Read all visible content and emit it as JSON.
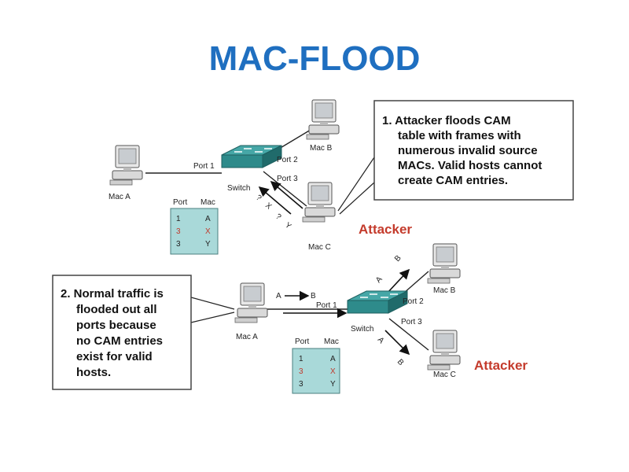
{
  "title": "MAC-FLOOD",
  "top": {
    "callout": [
      "1. Attacker floods CAM",
      "table with frames with",
      "numerous invalid source",
      "MACs. Valid hosts cannot",
      "create CAM entries."
    ],
    "mac_a": "Mac A",
    "mac_b": "Mac B",
    "mac_c": "Mac C",
    "switch": "Switch",
    "port1": "Port 1",
    "port2": "Port 2",
    "port3": "Port 3",
    "attacker": "Attacker",
    "flood_labels": [
      "?",
      "X",
      "?",
      "Y"
    ],
    "table": {
      "headers": [
        "Port",
        "Mac"
      ],
      "rows": [
        [
          "1",
          "A"
        ],
        [
          "3",
          "X"
        ],
        [
          "3",
          "Y"
        ]
      ]
    }
  },
  "bottom": {
    "callout": [
      "2. Normal traffic is",
      "flooded out all",
      "ports because",
      "no CAM entries",
      "exist for valid",
      "hosts."
    ],
    "mac_a": "Mac A",
    "mac_b": "Mac B",
    "mac_c": "Mac C",
    "switch": "Switch",
    "port1": "Port 1",
    "port2": "Port 2",
    "port3": "Port 3",
    "attacker": "Attacker",
    "traffic_from": "A",
    "traffic_to": "B",
    "table": {
      "headers": [
        "Port",
        "Mac"
      ],
      "rows": [
        [
          "1",
          "A"
        ],
        [
          "3",
          "X"
        ],
        [
          "3",
          "Y"
        ]
      ]
    }
  },
  "colors": {
    "title": "#1f6fc0",
    "switch": "#2e8b8b",
    "table": "#a9d9d9",
    "attacker": "#c43b2c",
    "invalid_entry": "#c0392b"
  }
}
